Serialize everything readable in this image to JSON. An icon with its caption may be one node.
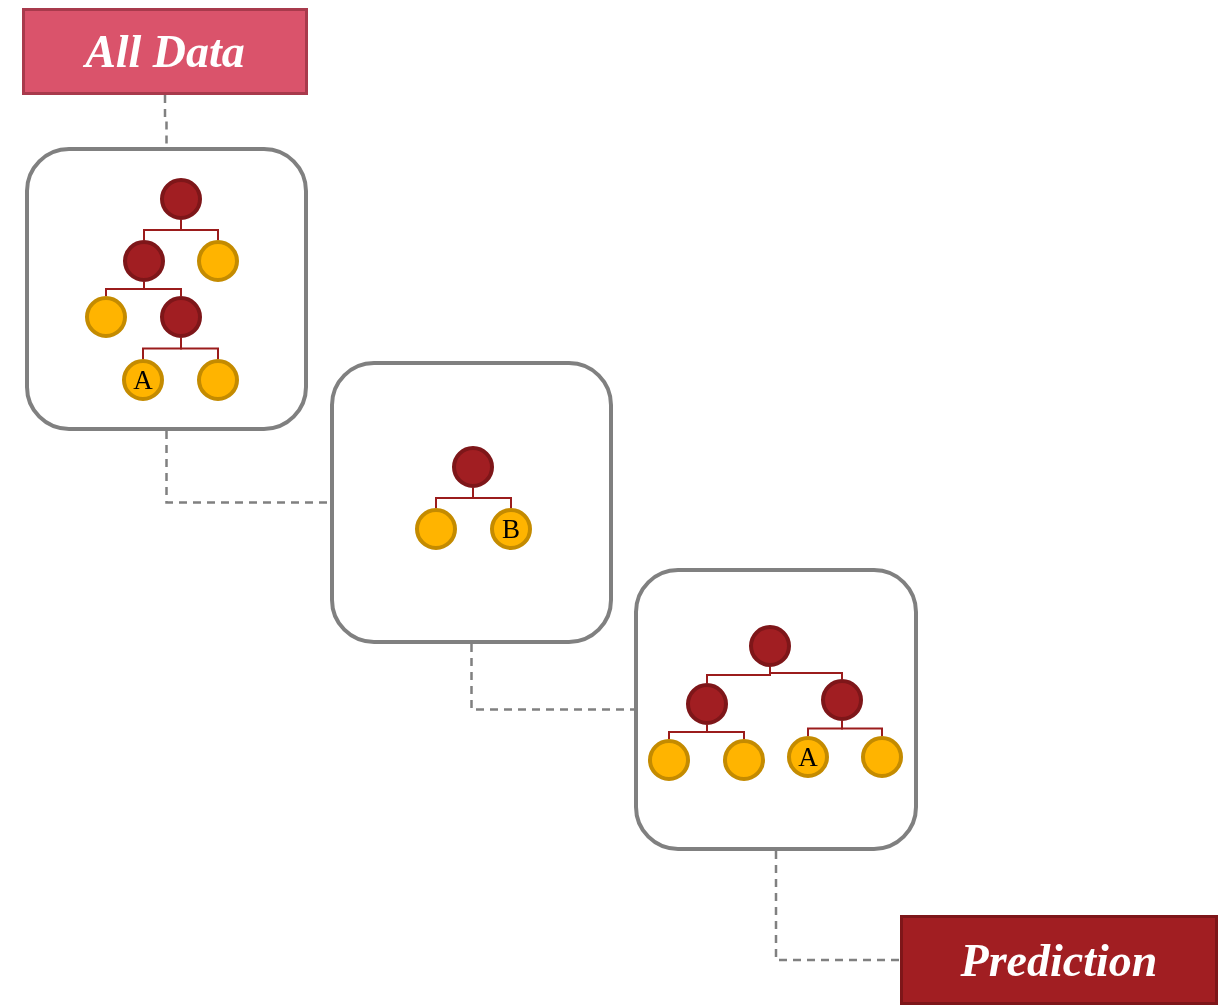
{
  "diagram": {
    "nodes": [
      {
        "text": [
          "All Data"
        ]
      },
      {
        "text": [],
        "shape": "box"
      },
      {
        "text": [],
        "shape": "circle",
        "in": 1
      },
      {
        "text": [],
        "shape": "circle",
        "in": 1
      },
      {
        "text": [],
        "shape": "circle",
        "in": 1
      },
      {
        "text": [],
        "shape": "circle",
        "in": 1
      },
      {
        "text": [],
        "shape": "circle",
        "in": 1
      },
      {
        "text": [
          "A"
        ],
        "in": 1
      },
      {
        "text": [],
        "shape": "circle",
        "in": 1
      },
      {
        "text": [],
        "shape": "box"
      },
      {
        "text": [],
        "shape": "circle",
        "in": 9
      },
      {
        "text": [],
        "shape": "circle",
        "in": 9
      },
      {
        "text": [
          "B"
        ],
        "in": 9
      },
      {
        "text": [],
        "shape": "box"
      },
      {
        "text": [],
        "shape": "circle",
        "in": 13
      },
      {
        "text": [],
        "shape": "circle",
        "in": 13
      },
      {
        "text": [],
        "shape": "circle",
        "in": 13
      },
      {
        "text": [],
        "shape": "circle",
        "in": 13
      },
      {
        "text": [],
        "shape": "circle",
        "in": 13
      },
      {
        "text": [
          "A"
        ],
        "in": 13
      },
      {
        "text": [],
        "shape": "circle",
        "in": 13
      },
      {
        "text": [
          "Prediction"
        ]
      }
    ],
    "edges": [
      {
        "from": 0,
        "to": 1,
        "arrow": "none",
        "style": "dashed",
        "color": "#808080"
      },
      {
        "from": 2,
        "to": 3,
        "arrow": "none"
      },
      {
        "from": 2,
        "to": 4,
        "arrow": "none"
      },
      {
        "from": 3,
        "to": 5,
        "arrow": "none"
      },
      {
        "from": 3,
        "to": 6,
        "arrow": "none"
      },
      {
        "from": 6,
        "to": 7,
        "arrow": "none"
      },
      {
        "from": 6,
        "to": 8,
        "arrow": "none"
      },
      {
        "from": 1,
        "to": 9,
        "arrow": "none",
        "style": "dashed",
        "color": "#808080"
      },
      {
        "from": 10,
        "to": 11,
        "arrow": "none"
      },
      {
        "from": 10,
        "to": 12,
        "arrow": "none"
      },
      {
        "from": 9,
        "to": 13,
        "arrow": "none",
        "style": "dashed",
        "color": "#808080"
      },
      {
        "from": 14,
        "to": 15,
        "arrow": "none"
      },
      {
        "from": 14,
        "to": 16,
        "arrow": "none"
      },
      {
        "from": 15,
        "to": 17,
        "arrow": "none"
      },
      {
        "from": 15,
        "to": 18,
        "arrow": "none"
      },
      {
        "from": 16,
        "to": 19,
        "arrow": "none"
      },
      {
        "from": 16,
        "to": 20,
        "arrow": "none"
      },
      {
        "from": 13,
        "to": 21,
        "arrow": "none",
        "style": "dashed",
        "color": "#808080"
      }
    ]
  }
}
